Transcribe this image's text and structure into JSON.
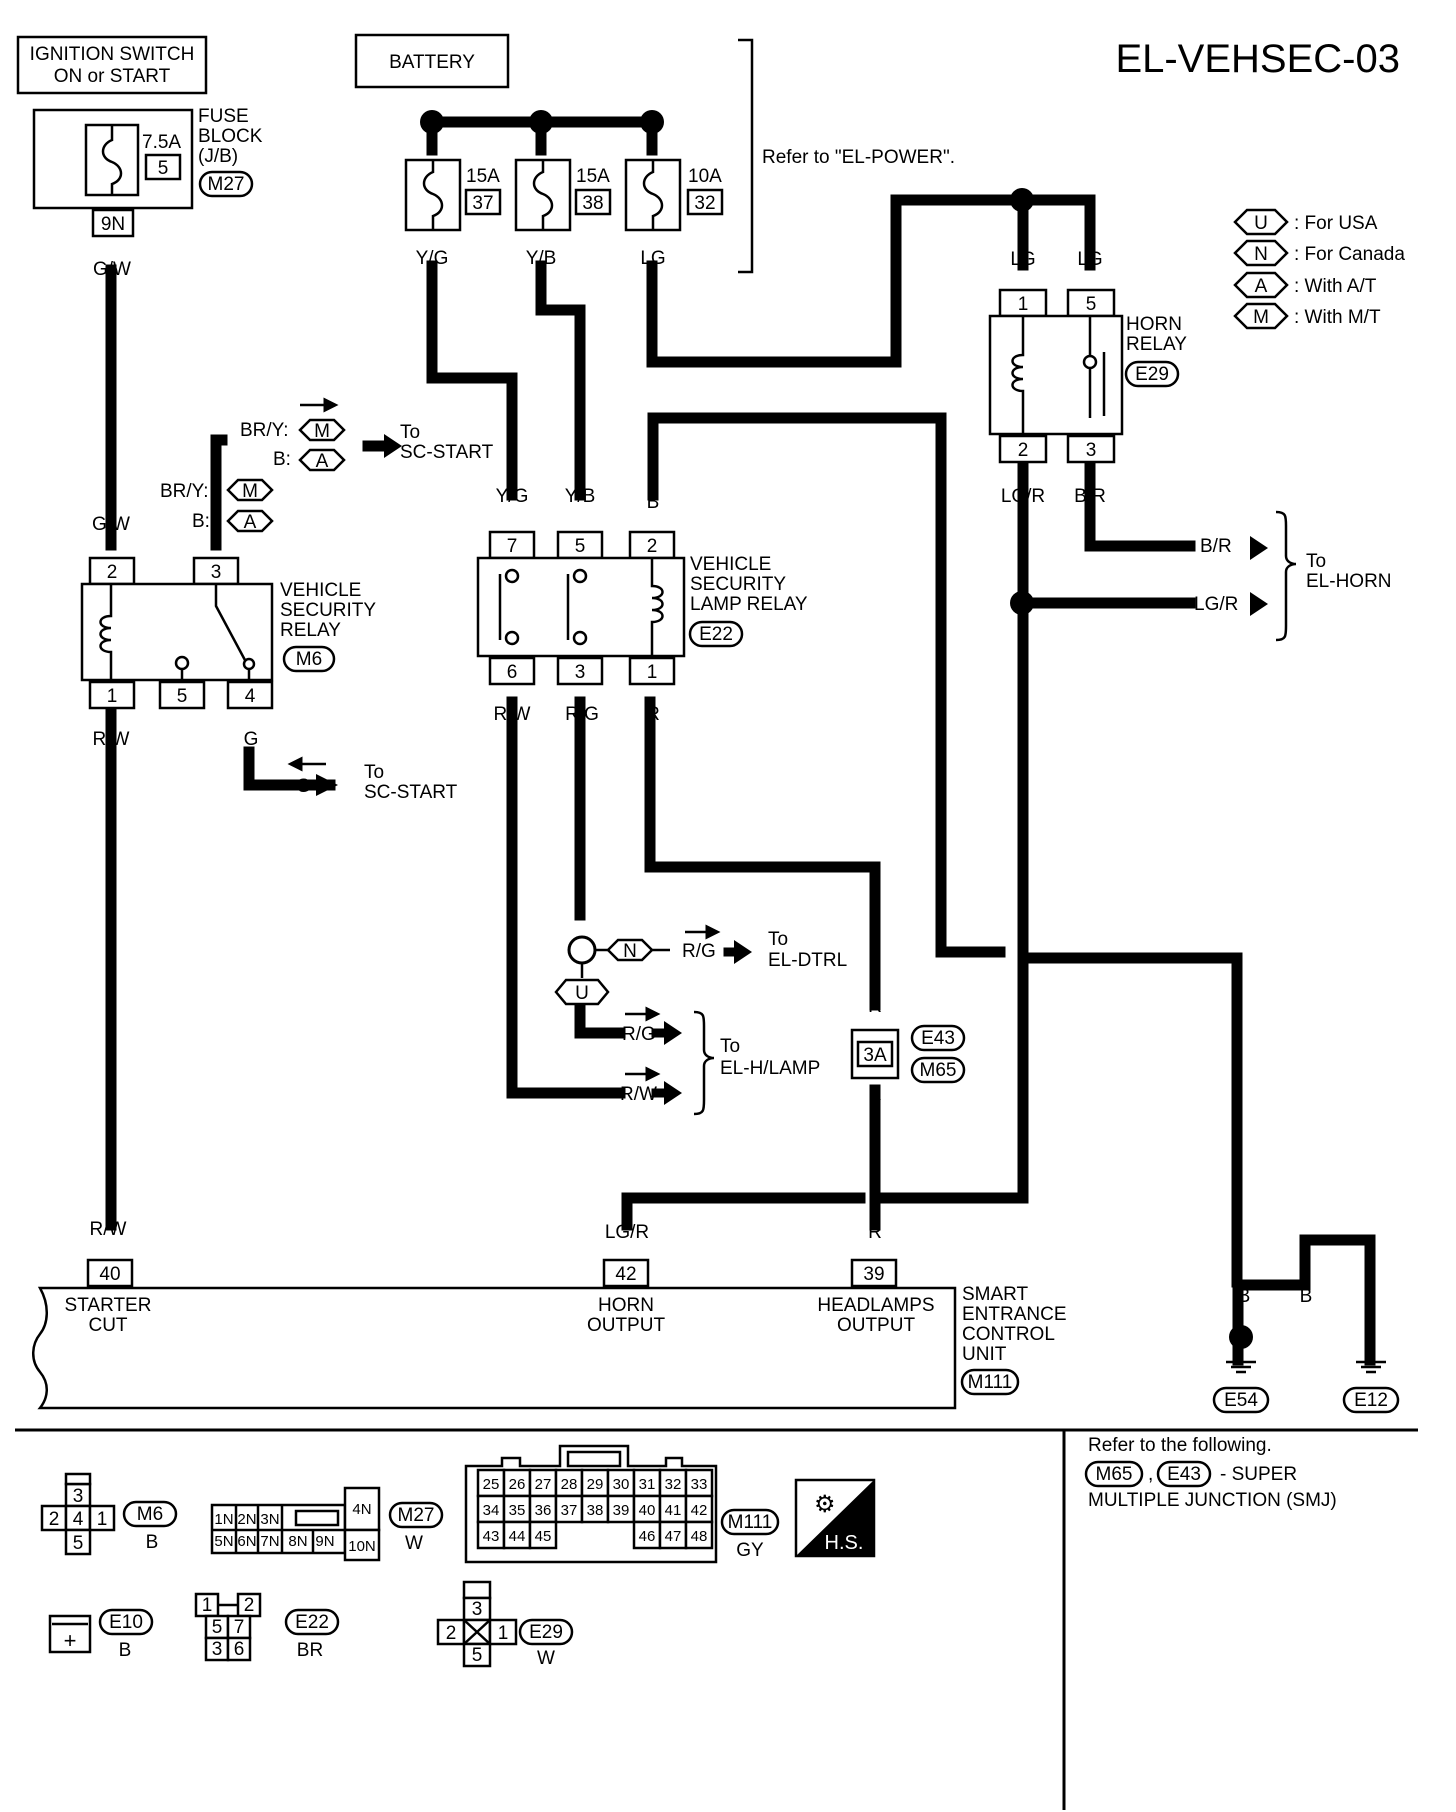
{
  "title": "EL-VEHSEC-03",
  "ignition_switch": {
    "line1": "IGNITION SWITCH",
    "line2": "ON or START"
  },
  "battery": "BATTERY",
  "refer_power": "Refer to \"EL-POWER\".",
  "fuse_block": {
    "l1": "FUSE",
    "l2": "BLOCK",
    "l3": "(J/B)",
    "connector": "M27",
    "amp": "7.5A",
    "num": "5",
    "terminal": "9N",
    "wire": "G/W"
  },
  "fuses": [
    {
      "amp": "15A",
      "num": "37",
      "wire": "Y/G"
    },
    {
      "amp": "15A",
      "num": "38",
      "wire": "Y/B"
    },
    {
      "amp": "10A",
      "num": "32",
      "wire": "LG"
    }
  ],
  "legend": [
    {
      "code": "U",
      "text": ": For USA"
    },
    {
      "code": "N",
      "text": ": For Canada"
    },
    {
      "code": "A",
      "text": ": With A/T"
    },
    {
      "code": "M",
      "text": ": With M/T"
    }
  ],
  "horn_relay": {
    "l1": "HORN",
    "l2": "RELAY",
    "connector": "E29",
    "t1": "1",
    "t5": "5",
    "t2": "2",
    "t3": "3",
    "w1": "LG",
    "w5": "LG",
    "w2": "LG/R",
    "w3": "B/R"
  },
  "to_el_horn": {
    "to": "To",
    "dest": "EL-HORN",
    "w1": "B/R",
    "w2": "LG/R"
  },
  "sc_start_top": {
    "w1": "BR/Y:",
    "c1": "M",
    "w2": "B:",
    "c2": "A",
    "to": "To",
    "dest": "SC-START"
  },
  "vs_relay_top": {
    "w1": "BR/Y:",
    "c1": "M",
    "w2": "B:",
    "c2": "A"
  },
  "vs_relay": {
    "l1": "VEHICLE",
    "l2": "SECURITY",
    "l3": "RELAY",
    "connector": "M6",
    "t2": "2",
    "t3": "3",
    "t1": "1",
    "t5": "5",
    "t4": "4",
    "w_in": "G/W",
    "w_out": "R/W",
    "w4": "G"
  },
  "sc_start_bottom": {
    "wire": "G",
    "to": "To",
    "dest": "SC-START"
  },
  "lamp_relay": {
    "l1": "VEHICLE",
    "l2": "SECURITY",
    "l3": "LAMP RELAY",
    "connector": "E22",
    "t7": "7",
    "t5": "5",
    "t2": "2",
    "t6": "6",
    "t3": "3",
    "t1": "1",
    "w7": "Y/G",
    "w5": "Y/B",
    "w2": "B",
    "w6": "R/W",
    "w3": "R/G",
    "w1": "R"
  },
  "dtrl": {
    "code": "N",
    "wire": "R/G",
    "to": "To",
    "dest": "EL-DTRL",
    "code_u": "U"
  },
  "hlamp": {
    "w1": "R/G",
    "w2": "R/W",
    "to": "To",
    "dest": "EL-H/LAMP"
  },
  "smj": {
    "terminal": "3A",
    "c1": "E43",
    "c2": "M65",
    "w_top": "R",
    "w_bot": "R"
  },
  "control_unit": {
    "l1": "SMART",
    "l2": "ENTRANCE",
    "l3": "CONTROL",
    "l4": "UNIT",
    "connector": "M111",
    "pins": [
      {
        "num": "40",
        "wire": "R/W",
        "label1": "STARTER",
        "label2": "CUT"
      },
      {
        "num": "42",
        "wire": "LG/R",
        "label1": "HORN",
        "label2": "OUTPUT"
      },
      {
        "num": "39",
        "wire": "R",
        "label1": "HEADLAMPS",
        "label2": "OUTPUT"
      }
    ]
  },
  "grounds": [
    {
      "wire": "B",
      "connector": "E54"
    },
    {
      "wire": "B"
    },
    {
      "wire": "B",
      "connector": "E12"
    }
  ],
  "connectors": {
    "m6": {
      "id": "M6",
      "color": "B",
      "pins": [
        "3",
        "2",
        "4",
        "1",
        "5"
      ]
    },
    "m27": {
      "id": "M27",
      "color": "W",
      "pins": [
        "1N",
        "2N",
        "3N",
        "4N",
        "5N",
        "6N",
        "7N",
        "8N",
        "9N",
        "10N"
      ]
    },
    "m111": {
      "id": "M111",
      "color": "GY",
      "row1": [
        "25",
        "26",
        "27",
        "28",
        "29",
        "30",
        "31",
        "32",
        "33"
      ],
      "row2": [
        "34",
        "35",
        "36",
        "37",
        "38",
        "39",
        "40",
        "41",
        "42"
      ],
      "row3": [
        "43",
        "44",
        "45",
        "46",
        "47",
        "48"
      ]
    },
    "hs": "H.S.",
    "e10": {
      "id": "E10",
      "color": "B",
      "sign": "+"
    },
    "e22": {
      "id": "E22",
      "color": "BR",
      "pins": [
        "1",
        "2",
        "5",
        "7",
        "3",
        "6"
      ]
    },
    "e29": {
      "id": "E29",
      "color": "W",
      "pins": [
        "3",
        "2",
        "1",
        "5"
      ]
    }
  },
  "refer_smj": {
    "l1": "Refer to the following.",
    "c1": "M65",
    "c2": "E43",
    "tail": "- SUPER",
    "l3": "MULTIPLE JUNCTION (SMJ)"
  }
}
